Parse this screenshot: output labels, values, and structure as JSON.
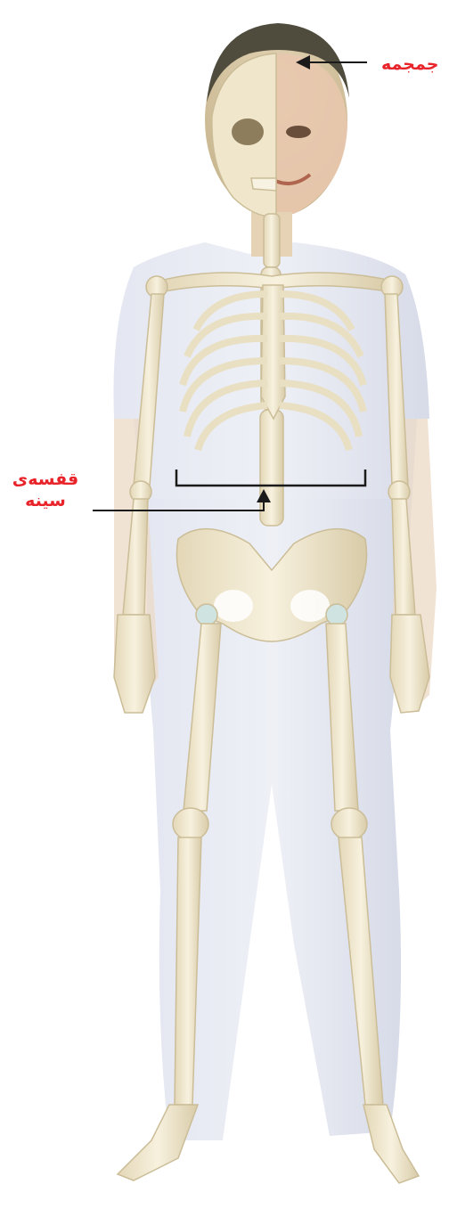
{
  "labels": {
    "skull": "جمجمه",
    "ribcage_line1": "قفسه‌ی",
    "ribcage_line2": "سینه"
  },
  "colors": {
    "label": "#e8232a",
    "pointer": "#1a1a1a",
    "bone": "#efe7cf",
    "bone_shade": "#d9ccaa",
    "clothing": "#dde1ee",
    "hair": "#4d4a3c",
    "skin": "#e9cbb2",
    "cartilage": "#cfe3e0"
  }
}
